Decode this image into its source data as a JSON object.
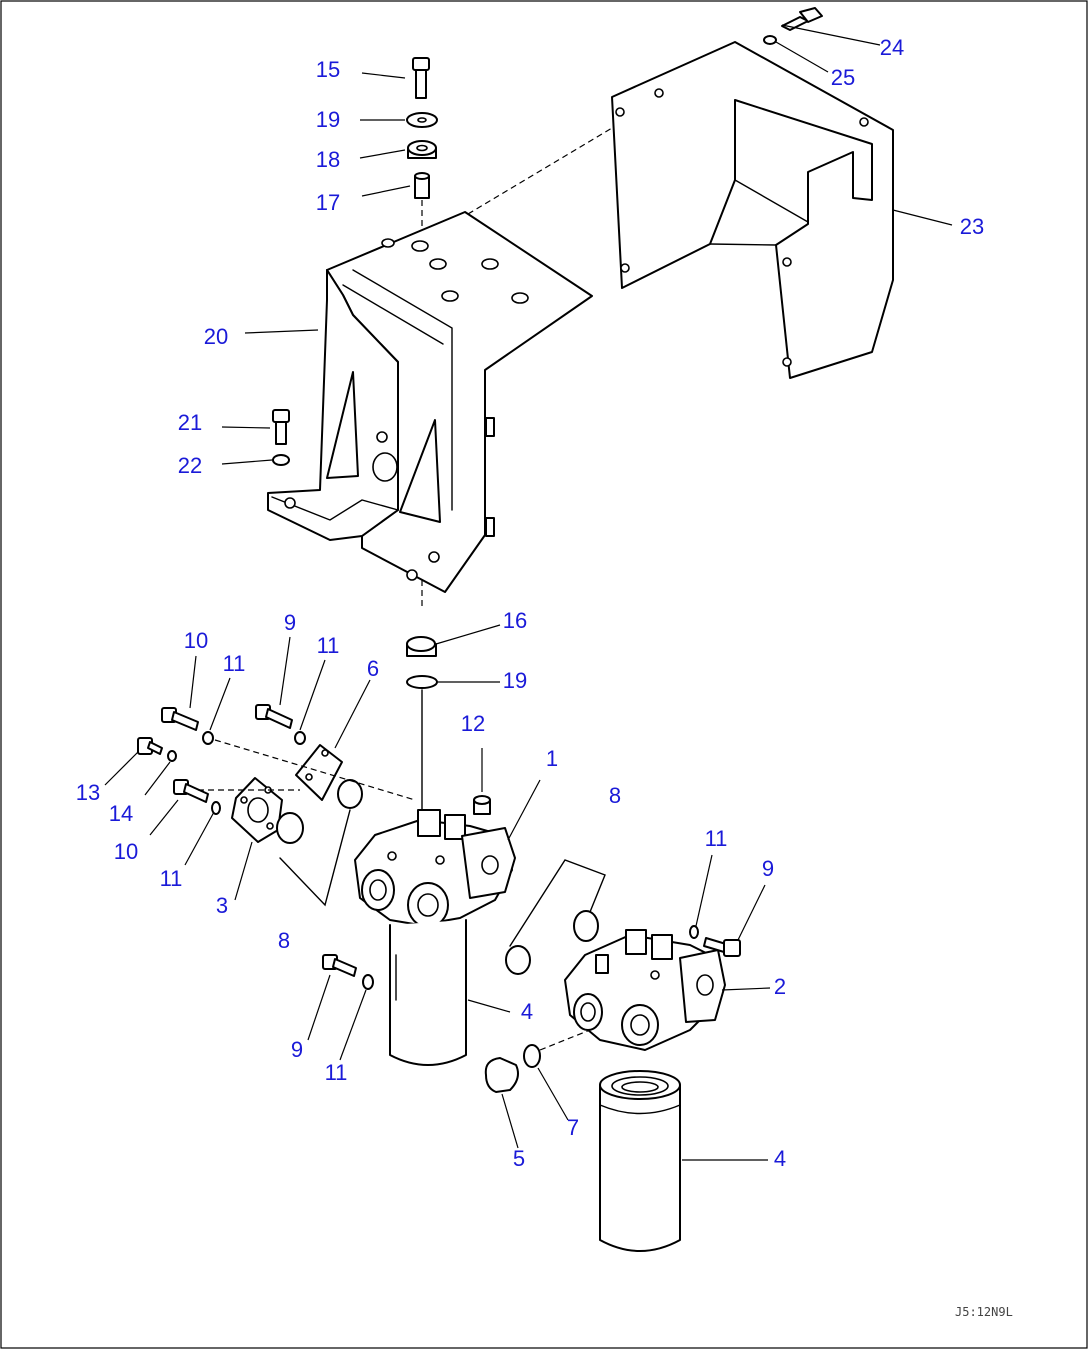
{
  "diagram_code": "J5:12N9L",
  "callouts": [
    {
      "id": "c1",
      "label": "1"
    },
    {
      "id": "c2",
      "label": "2"
    },
    {
      "id": "c3",
      "label": "3"
    },
    {
      "id": "c4a",
      "label": "4"
    },
    {
      "id": "c4b",
      "label": "4"
    },
    {
      "id": "c5",
      "label": "5"
    },
    {
      "id": "c6",
      "label": "6"
    },
    {
      "id": "c7",
      "label": "7"
    },
    {
      "id": "c8a",
      "label": "8"
    },
    {
      "id": "c8b",
      "label": "8"
    },
    {
      "id": "c9a",
      "label": "9"
    },
    {
      "id": "c9b",
      "label": "9"
    },
    {
      "id": "c9c",
      "label": "9"
    },
    {
      "id": "c10a",
      "label": "10"
    },
    {
      "id": "c10b",
      "label": "10"
    },
    {
      "id": "c11a",
      "label": "11"
    },
    {
      "id": "c11b",
      "label": "11"
    },
    {
      "id": "c11c",
      "label": "11"
    },
    {
      "id": "c11d",
      "label": "11"
    },
    {
      "id": "c11e",
      "label": "11"
    },
    {
      "id": "c12",
      "label": "12"
    },
    {
      "id": "c13",
      "label": "13"
    },
    {
      "id": "c14",
      "label": "14"
    },
    {
      "id": "c15",
      "label": "15"
    },
    {
      "id": "c16",
      "label": "16"
    },
    {
      "id": "c17",
      "label": "17"
    },
    {
      "id": "c18",
      "label": "18"
    },
    {
      "id": "c19a",
      "label": "19"
    },
    {
      "id": "c19b",
      "label": "19"
    },
    {
      "id": "c20",
      "label": "20"
    },
    {
      "id": "c21",
      "label": "21"
    },
    {
      "id": "c22",
      "label": "22"
    },
    {
      "id": "c23",
      "label": "23"
    },
    {
      "id": "c24",
      "label": "24"
    },
    {
      "id": "c25",
      "label": "25"
    }
  ]
}
